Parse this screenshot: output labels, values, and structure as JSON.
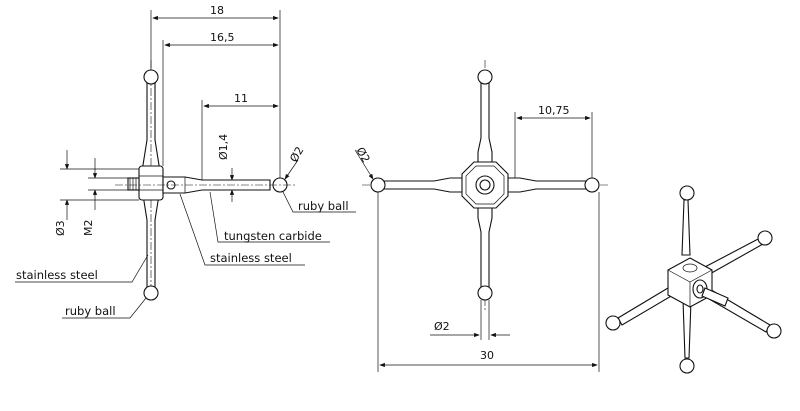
{
  "dimensions": {
    "d18": "18",
    "d16_5": "16,5",
    "d11": "11",
    "d10_75": "10,75",
    "d30": "30",
    "dia1_4": "Ø1,4",
    "dia2_left": "Ø2",
    "dia2_mid": "Ø2",
    "dia2_bottom": "Ø2",
    "dia3": "Ø3",
    "m2": "M2"
  },
  "labels": {
    "ruby_ball_right": "ruby ball",
    "tungsten_carbide": "tungsten carbide",
    "stainless_steel_center": "stainless steel",
    "stainless_steel_left": "stainless steel",
    "ruby_ball_bottom": "ruby ball"
  }
}
